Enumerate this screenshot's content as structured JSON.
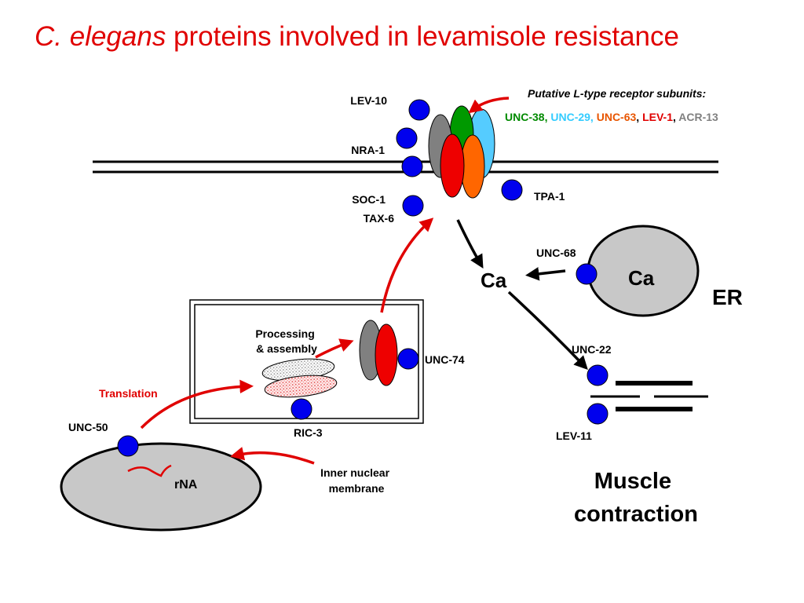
{
  "title": {
    "italic": "C. elegans",
    "rest": " proteins involved in levamisole resistance"
  },
  "receptor": {
    "heading": "Putative L-type receptor subunits:",
    "subunits": [
      {
        "text": "UNC-38,",
        "color": "#008a00"
      },
      {
        "text": "UNC-29,",
        "color": "#33ccff"
      },
      {
        "text": "UNC-63",
        "color": "#e85500"
      },
      {
        "text": ",",
        "color": "#000000"
      },
      {
        "text": "LEV-1",
        "color": "#e00000"
      },
      {
        "text": ",",
        "color": "#000000"
      },
      {
        "text": "ACR-13",
        "color": "#808080"
      }
    ]
  },
  "labels": {
    "lev10": "LEV-10",
    "nra1": "NRA-1",
    "soc1": "SOC-1",
    "tax6": "TAX-6",
    "tpa1": "TPA-1",
    "unc68": "UNC-68",
    "ca_cytosol": "Ca",
    "ca_er": "Ca",
    "er": "ER",
    "processing": [
      "Processing",
      "& assembly"
    ],
    "unc74": "UNC-74",
    "translation": "Translation",
    "unc50": "UNC-50",
    "ric3": "RIC-3",
    "rna": "rNA",
    "inner_nuclear": [
      "Inner nuclear",
      "membrane"
    ],
    "unc22": "UNC-22",
    "lev11": "LEV-11",
    "muscle": [
      "Muscle",
      "contraction"
    ]
  },
  "colors": {
    "title": "#e00000",
    "arrow_red": "#e00000",
    "protein_blue": "#0000ee",
    "subunit_gray": "#808080",
    "subunit_green": "#009900",
    "subunit_cyan": "#55ccff",
    "subunit_red": "#ee0000",
    "subunit_orange": "#ff6600",
    "organelle_fill": "#c8c8c8"
  }
}
